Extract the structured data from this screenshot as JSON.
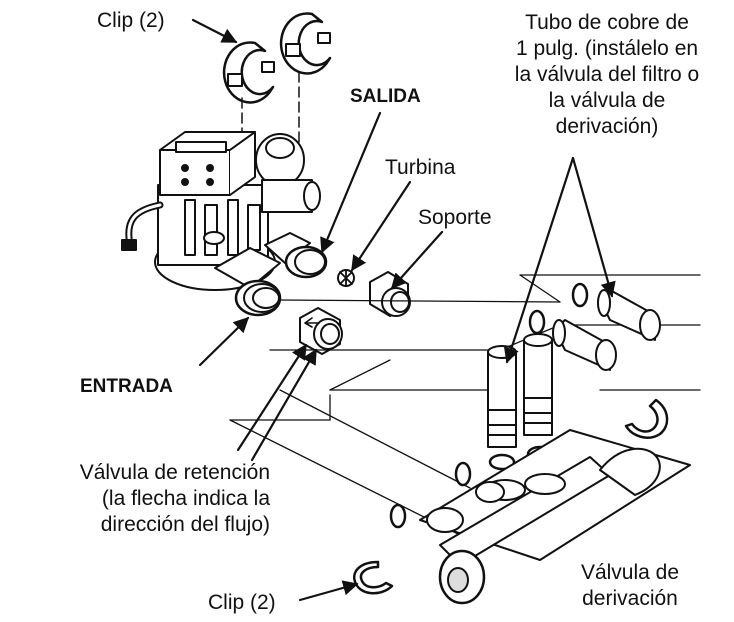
{
  "labels": {
    "clip_top": "Clip (2)",
    "salida": "SALIDA",
    "turbina": "Turbina",
    "soporte": "Soporte",
    "entrada": "ENTRADA",
    "tubo_line1": "Tubo de cobre de",
    "tubo_line2": "1 pulg. (instálelo en",
    "tubo_line3": "la válvula del filtro o",
    "tubo_line4": "la válvula de",
    "tubo_line5": "derivación)",
    "retencion_line1": "Válvula de retención",
    "retencion_line2": "(la flecha indica la",
    "retencion_line3": "dirección del flujo)",
    "clip_bottom": "Clip (2)",
    "derivacion_line1": "Válvula de",
    "derivacion_line2": "derivación"
  },
  "colors": {
    "ink": "#111111",
    "paper": "#ffffff"
  }
}
